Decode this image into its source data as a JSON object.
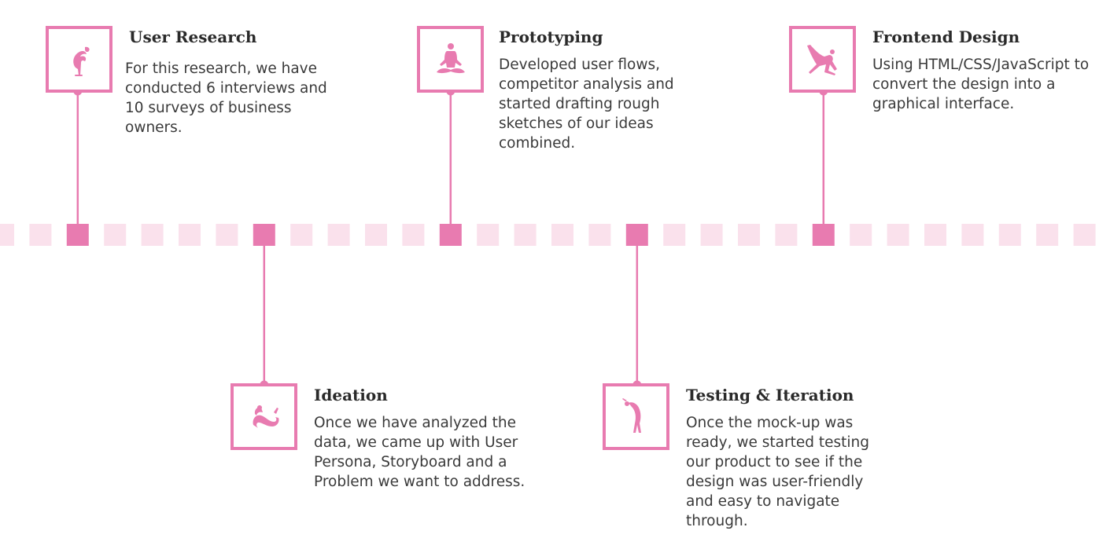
{
  "colors": {
    "accent": "#e87bb0",
    "accent_light": "#fae1ec",
    "title": "#2a2a2a",
    "text": "#3a3a3a"
  },
  "steps": [
    {
      "title": "User Research",
      "text": "For this research, we have conducted 6 interviews and 10 surveys of business owners.",
      "icon": "yoga-scorpion-pose-icon",
      "placement": "above"
    },
    {
      "title": "Ideation",
      "text": "Once we have analyzed the data, we came up with User Persona, Storyboard and a Problem we want to address.",
      "icon": "yoga-bow-pose-icon",
      "placement": "below"
    },
    {
      "title": "Prototyping",
      "text": "Developed user flows, competitor analysis and started drafting rough sketches of our ideas combined.",
      "icon": "yoga-lotus-pose-icon",
      "placement": "above"
    },
    {
      "title": "Testing & Iteration",
      "text": "Once the mock-up was ready, we started testing our product to see if the design was user-friendly and easy to navigate through.",
      "icon": "yoga-backbend-pose-icon",
      "placement": "below"
    },
    {
      "title": "Frontend Design",
      "text": "Using HTML/CSS/JavaScript to convert the design into a graphical interface.",
      "icon": "yoga-lunge-pose-icon",
      "placement": "above"
    }
  ]
}
